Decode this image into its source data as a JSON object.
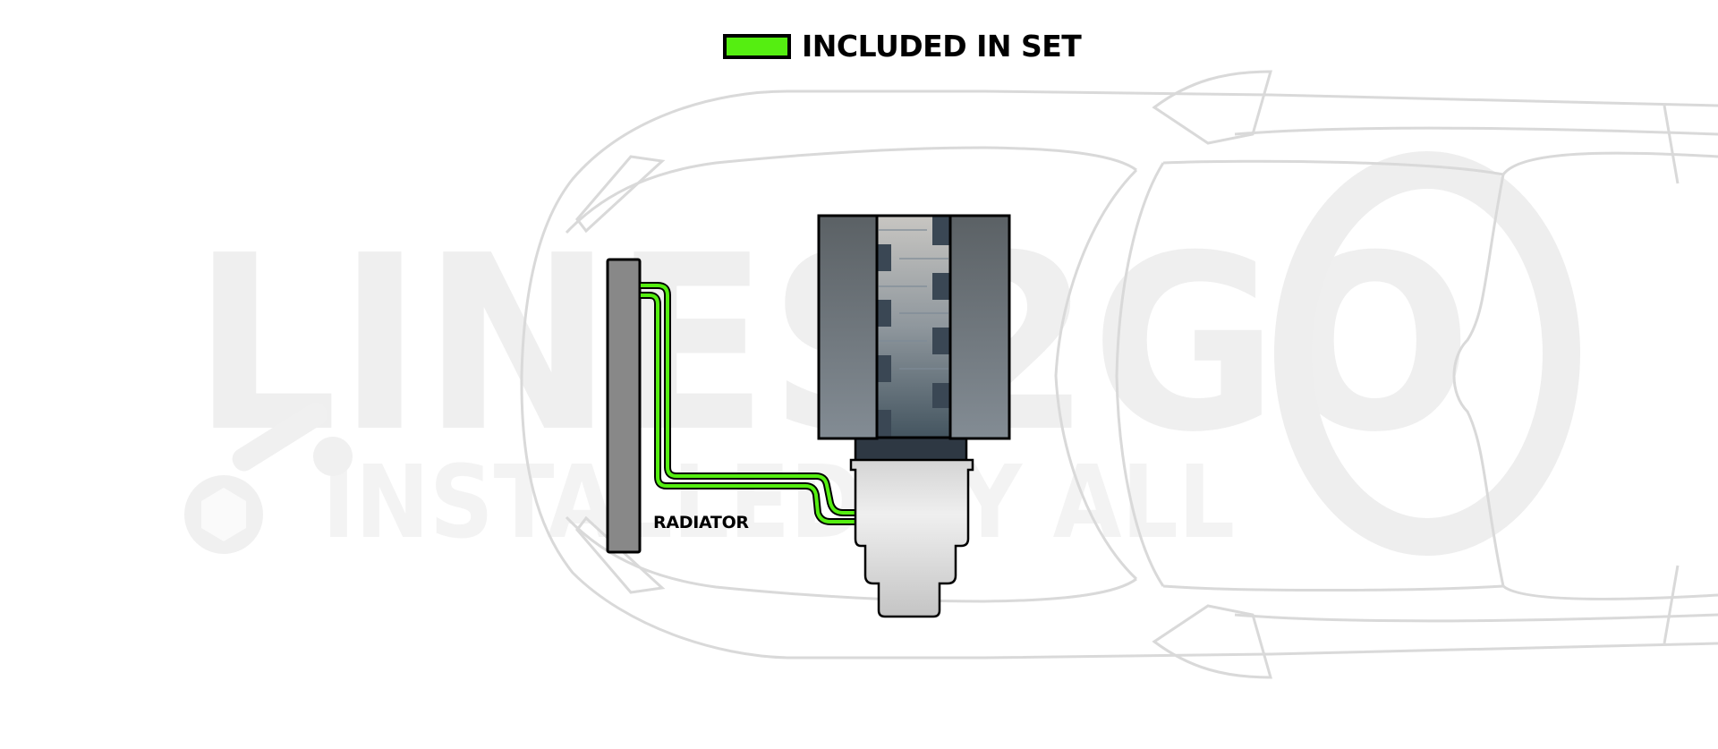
{
  "legend": {
    "label": "INCLUDED IN SET",
    "swatch_color": "#55ee11",
    "border_color": "#000000"
  },
  "watermark": {
    "brand": "LINES2GO",
    "tagline": "INSTALLED BY ALL",
    "color": "#efefef",
    "icon": "wrench-nut-icon"
  },
  "diagram": {
    "view": "top-down vehicle outline (front)",
    "outline_color": "#d9d9d9",
    "components": [
      {
        "id": "radiator",
        "label": "RADIATOR",
        "color": "#888888"
      },
      {
        "id": "engine",
        "label": "",
        "color": "#5f6a72"
      },
      {
        "id": "transmission",
        "label": "",
        "color": "#e4e4e4"
      }
    ],
    "lines": [
      {
        "id": "cooler-line-upper",
        "from": "radiator",
        "to": "transmission",
        "included": true,
        "color": "#55ee11"
      },
      {
        "id": "cooler-line-lower",
        "from": "radiator",
        "to": "transmission",
        "included": true,
        "color": "#55ee11"
      }
    ]
  }
}
